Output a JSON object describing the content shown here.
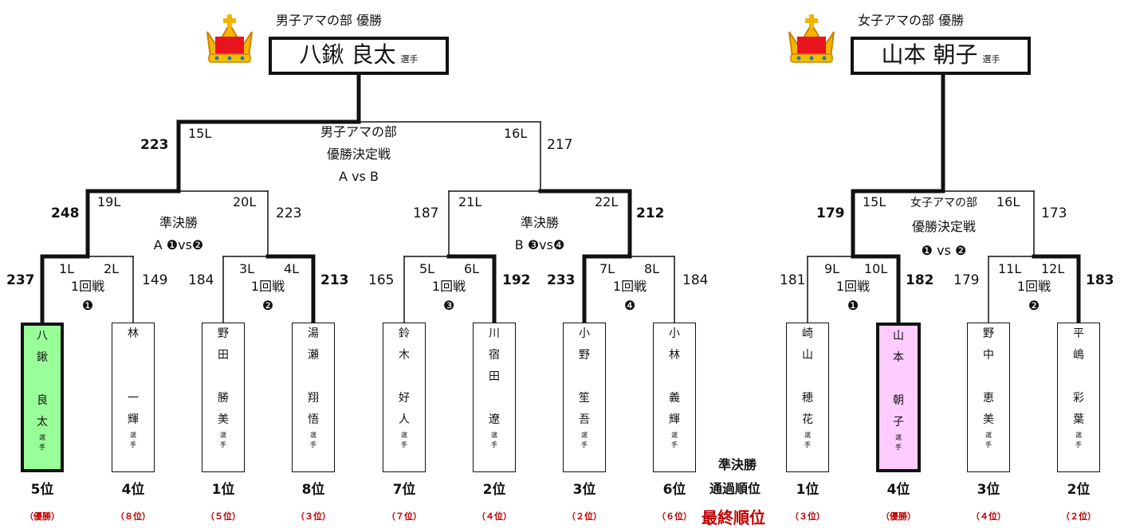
{
  "colors": {
    "winner_green": "#99ff99",
    "winner_pink": "#ffccff",
    "final_red": "#c00000",
    "line": "#111111"
  },
  "men": {
    "champion_caption": "男子アマの部 優勝",
    "champion_name": "八鍬 良太",
    "champion_suffix": "選手",
    "final": {
      "line1": "男子アマの部",
      "line2": "優勝決定戦",
      "line3": "A vs B",
      "lane_left": "15L",
      "lane_right": "16L",
      "score_left": "223",
      "score_right": "217"
    },
    "semi_a": {
      "line1": "準決勝",
      "line2": "A ❶vs❷",
      "lane_left": "19L",
      "lane_right": "20L",
      "score_left": "248",
      "score_right": "223"
    },
    "semi_b": {
      "line1": "準決勝",
      "line2": "B ❸vs❹",
      "lane_left": "21L",
      "lane_right": "22L",
      "score_left": "187",
      "score_right": "212"
    },
    "r1": [
      {
        "label": "1回戦",
        "mark": "❶",
        "lane_left": "1L",
        "lane_right": "2L",
        "score_left": "237",
        "score_right": "149"
      },
      {
        "label": "1回戦",
        "mark": "❷",
        "lane_left": "3L",
        "lane_right": "4L",
        "score_left": "184",
        "score_right": "213"
      },
      {
        "label": "1回戦",
        "mark": "❸",
        "lane_left": "5L",
        "lane_right": "6L",
        "score_left": "165",
        "score_right": "192"
      },
      {
        "label": "1回戦",
        "mark": "❹",
        "lane_left": "7L",
        "lane_right": "8L",
        "score_left": "233",
        "score_right": "184"
      }
    ],
    "players": [
      {
        "chars": [
          "八",
          "鍬",
          "",
          "良",
          "太"
        ],
        "suffix": [
          "選",
          "手"
        ],
        "rank": "5位",
        "final": "（優勝）"
      },
      {
        "chars": [
          "林",
          "",
          "",
          "一",
          "輝"
        ],
        "suffix": [
          "選",
          "手"
        ],
        "rank": "4位",
        "final": "（８位）"
      },
      {
        "chars": [
          "野",
          "田",
          "",
          "勝",
          "美"
        ],
        "suffix": [
          "選",
          "手"
        ],
        "rank": "1位",
        "final": "（５位）"
      },
      {
        "chars": [
          "湯",
          "瀬",
          "",
          "翔",
          "悟"
        ],
        "suffix": [
          "選",
          "手"
        ],
        "rank": "8位",
        "final": "（３位）"
      },
      {
        "chars": [
          "鈴",
          "木",
          "",
          "好",
          "人"
        ],
        "suffix": [
          "選",
          "手"
        ],
        "rank": "7位",
        "final": "（７位）"
      },
      {
        "chars": [
          "川",
          "宿",
          "田",
          "",
          "遼"
        ],
        "suffix": [
          "選",
          "手"
        ],
        "rank": "2位",
        "final": "（４位）"
      },
      {
        "chars": [
          "小",
          "野",
          "",
          "笙",
          "吾"
        ],
        "suffix": [
          "選",
          "手"
        ],
        "rank": "3位",
        "final": "（２位）"
      },
      {
        "chars": [
          "小",
          "林",
          "",
          "義",
          "輝"
        ],
        "suffix": [
          "選",
          "手"
        ],
        "rank": "6位",
        "final": "（６位）"
      }
    ]
  },
  "women": {
    "champion_caption": "女子アマの部 優勝",
    "champion_name": "山本 朝子",
    "champion_suffix": "選手",
    "final": {
      "line1": "女子アマの部",
      "line2": "優勝決定戦",
      "line3": "❶ vs ❷",
      "lane_left": "15L",
      "lane_right": "16L",
      "score_left": "179",
      "score_right": "173"
    },
    "r1": [
      {
        "label": "1回戦",
        "mark": "❶",
        "lane_left": "9L",
        "lane_right": "10L",
        "score_left": "181",
        "score_right": "182"
      },
      {
        "label": "1回戦",
        "mark": "❷",
        "lane_left": "11L",
        "lane_right": "12L",
        "score_left": "179",
        "score_right": "183"
      }
    ],
    "players": [
      {
        "chars": [
          "崎",
          "山",
          "",
          "穂",
          "花"
        ],
        "suffix": [
          "選",
          "手"
        ],
        "rank": "1位",
        "final": "（３位）"
      },
      {
        "chars": [
          "山",
          "本",
          "",
          "朝",
          "子"
        ],
        "suffix": [
          "選",
          "手"
        ],
        "rank": "4位",
        "final": "（優勝）"
      },
      {
        "chars": [
          "野",
          "中",
          "",
          "恵",
          "美"
        ],
        "suffix": [
          "選",
          "手"
        ],
        "rank": "3位",
        "final": "（４位）"
      },
      {
        "chars": [
          "平",
          "嶋",
          "",
          "彩",
          "葉"
        ],
        "suffix": [
          "選",
          "手"
        ],
        "rank": "2位",
        "final": "（２位）"
      }
    ]
  },
  "legend": {
    "semi_rank_line1": "準決勝",
    "semi_rank_line2": "通過順位",
    "final_rank": "最終順位"
  }
}
